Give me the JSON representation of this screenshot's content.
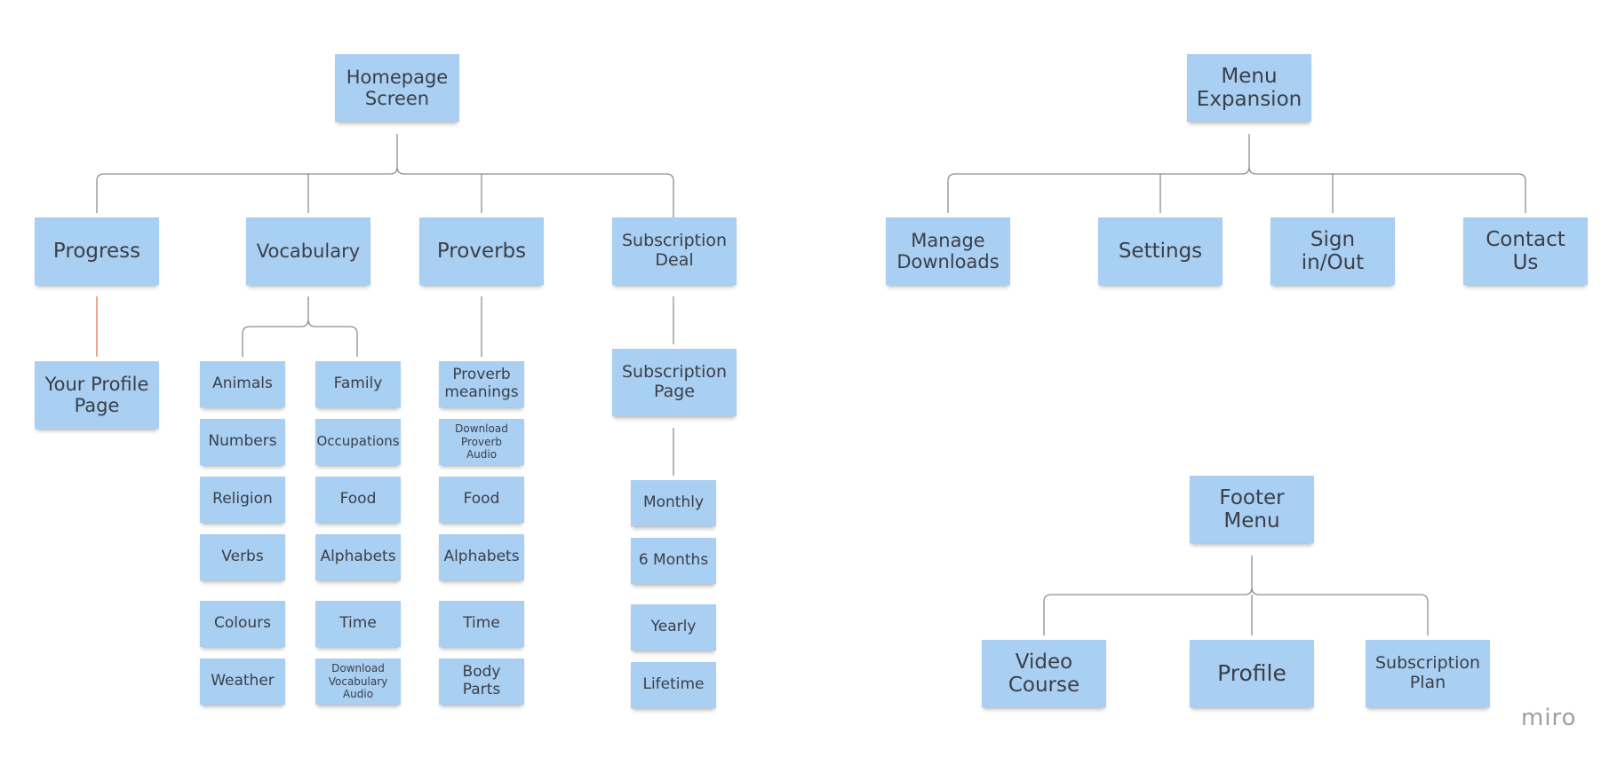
{
  "board": {
    "homepage": {
      "root": "Homepage\nScreen",
      "progress": "Progress",
      "vocabulary": "Vocabulary",
      "proverbs": "Proverbs",
      "subscription_deal": "Subscription\nDeal",
      "your_profile_page": "Your Profile\nPage",
      "vocab_col1": [
        "Animals",
        "Numbers",
        "Religion",
        "Verbs",
        "Colours",
        "Weather"
      ],
      "vocab_col2": [
        "Family",
        "Occupations",
        "Food",
        "Alphabets",
        "Time",
        "Download\nVocabulary\nAudio"
      ],
      "proverb_items": [
        "Proverb\nmeanings",
        "Download\nProverb\nAudio",
        "Food",
        "Alphabets",
        "Time",
        "Body\nParts"
      ],
      "subscription_page": "Subscription\nPage",
      "subscription_options": [
        "Monthly",
        "6 Months",
        "Yearly",
        "Lifetime"
      ]
    },
    "menu": {
      "root": "Menu\nExpansion",
      "items": [
        "Manage\nDownloads",
        "Settings",
        "Sign\nin/Out",
        "Contact\nUs"
      ]
    },
    "footer": {
      "root": "Footer\nMenu",
      "items": [
        "Video\nCourse",
        "Profile",
        "Subscription\nPlan"
      ]
    }
  },
  "logo": "miro",
  "colors": {
    "sticky_note": "#a9cff2",
    "connector": "#8a8f96",
    "highlight_connector": "#e8735a"
  }
}
